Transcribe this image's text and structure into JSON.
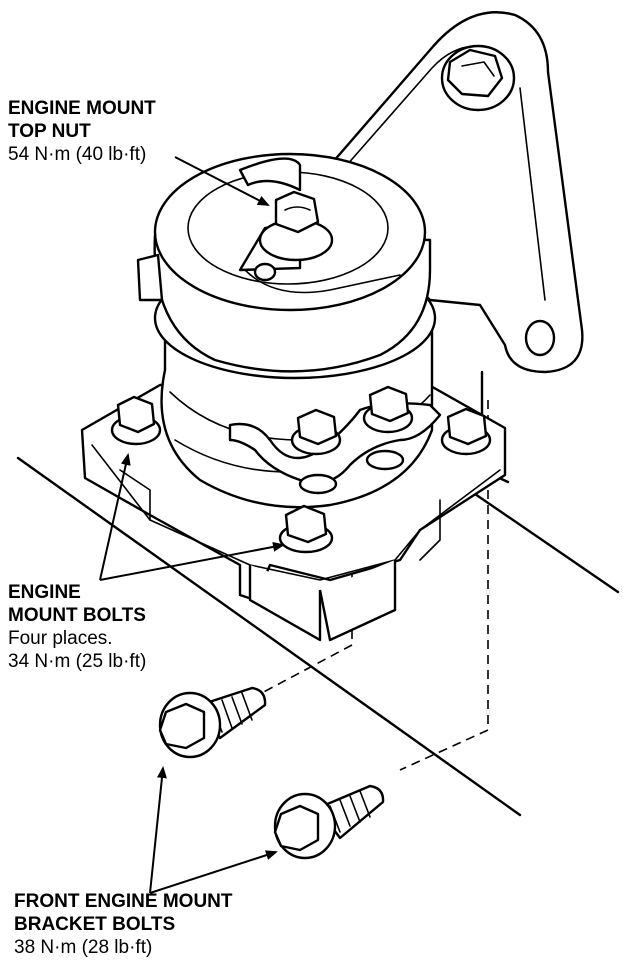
{
  "callouts": {
    "top_nut": {
      "title_line1": "ENGINE MOUNT",
      "title_line2": "TOP NUT",
      "torque": "54 N·m (40 lb·ft)"
    },
    "mount_bolts": {
      "title_line1": "ENGINE",
      "title_line2": "MOUNT BOLTS",
      "note": "Four places.",
      "torque": "34 N·m (25 lb·ft)"
    },
    "bracket_bolts": {
      "title_line1": "FRONT ENGINE MOUNT",
      "title_line2": "BRACKET BOLTS",
      "torque": "38 N·m (28 lb·ft)"
    }
  }
}
